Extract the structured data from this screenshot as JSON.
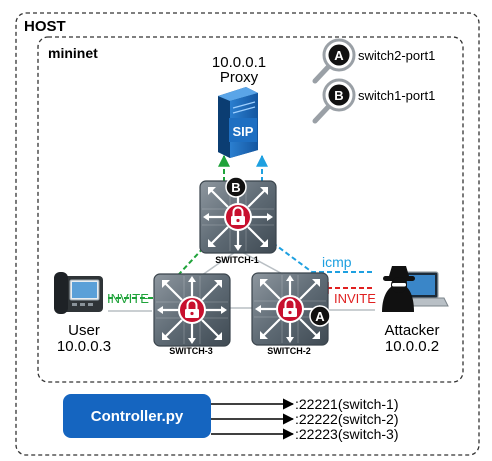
{
  "host": {
    "title": "HOST"
  },
  "mininet": {
    "title": "mininet"
  },
  "proxy": {
    "ip": "10.0.0.1",
    "label": "Proxy",
    "badge": "SIP"
  },
  "legend": [
    {
      "marker": "A",
      "text": "switch2-port1"
    },
    {
      "marker": "B",
      "text": "switch1-port1"
    }
  ],
  "switches": {
    "s1": {
      "label": "SWITCH-1",
      "marker": "B"
    },
    "s2": {
      "label": "SWITCH-2",
      "marker": "A"
    },
    "s3": {
      "label": "SWITCH-3"
    }
  },
  "user": {
    "label": "User",
    "ip": "10.0.0.3"
  },
  "attacker": {
    "label": "Attacker",
    "ip": "10.0.0.2"
  },
  "flows": {
    "invite_user": "INVITE",
    "invite_attacker": "INVITE",
    "icmp": "icmp"
  },
  "controller": {
    "label": "Controller.py",
    "ports": [
      ":22221(switch-1)",
      ":22222(switch-2)",
      ":22223(switch-3)"
    ]
  },
  "colors": {
    "invite_user": "#1fa33a",
    "icmp": "#1ea0e0",
    "invite_attacker": "#e02020",
    "controller": "#1565c0",
    "lock": "#c8102e"
  }
}
